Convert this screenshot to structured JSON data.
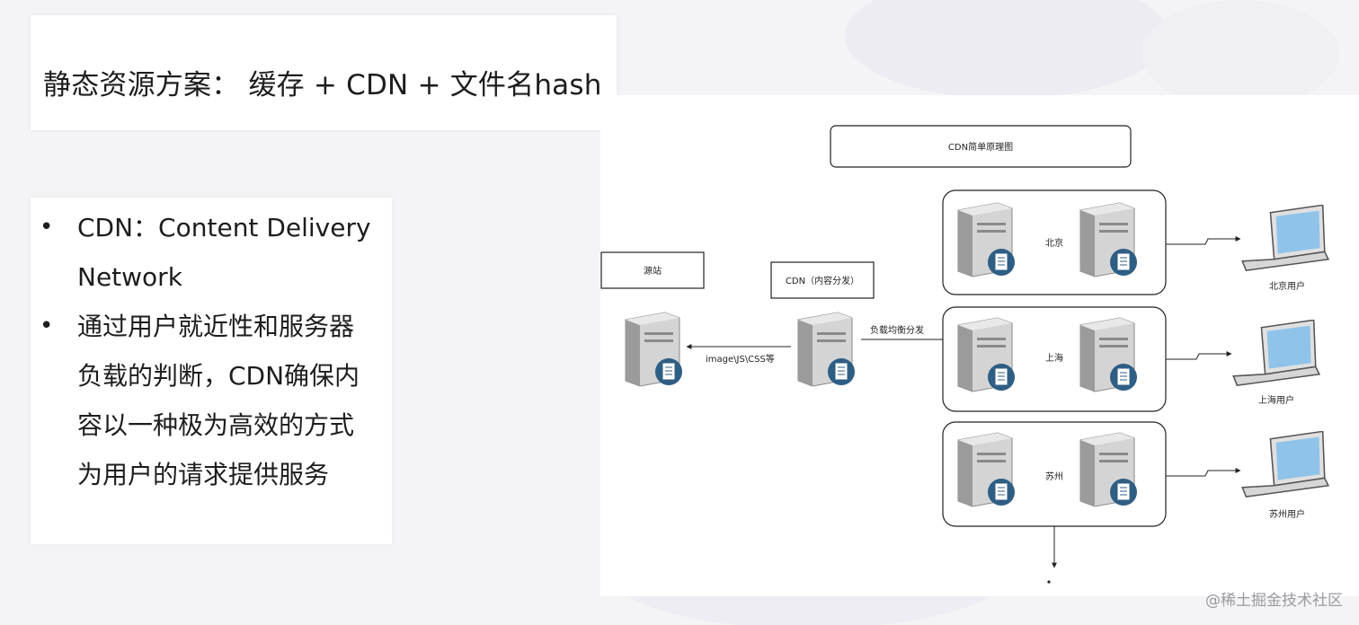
{
  "slide": {
    "title": "静态资源方案： 缓存 + CDN + 文件名hash",
    "bullets": [
      "CDN：Content Delivery Network",
      "通过用户就近性和服务器负载的判断，CDN确保内容以一种极为高效的方式为用户的请求提供服务"
    ]
  },
  "diagram": {
    "title": "CDN简单原理图",
    "origin_label": "源站",
    "cdn_label": "CDN（内容分发）",
    "edge_label_origin": "image\\JS\\CSS等",
    "edge_label_dispatch": "负载均衡分发",
    "clusters": [
      {
        "city": "北京",
        "user_label": "北京用户"
      },
      {
        "city": "上海",
        "user_label": "上海用户"
      },
      {
        "city": "苏州",
        "user_label": "苏州用户"
      }
    ]
  },
  "watermark": "@稀土掘金技术社区",
  "colors": {
    "server_body": "#c9c9c9",
    "server_dark": "#7d7d7d",
    "doc_badge": "#2f5e84",
    "laptop_screen": "#8fc3e9",
    "frame_stroke": "#222222"
  }
}
